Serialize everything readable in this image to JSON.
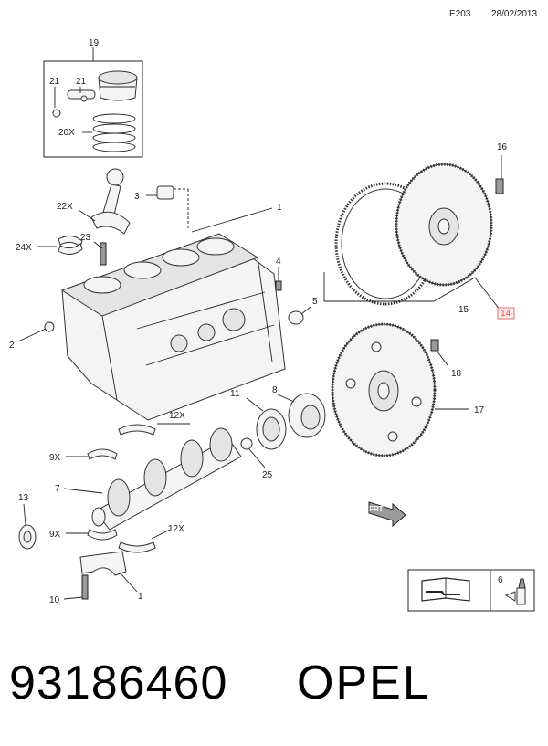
{
  "header": {
    "code": "E203",
    "date": "28/02/2013"
  },
  "footer": {
    "part_number": "93186460",
    "brand": "OPEL"
  },
  "callouts": {
    "c19": "19",
    "c21a": "21",
    "c21b": "21",
    "c20x": "20X",
    "c3": "3",
    "c1a": "1",
    "c22x": "22X",
    "c23": "23",
    "c24x": "24X",
    "c4": "4",
    "c5": "5",
    "c2": "2",
    "c16": "16",
    "c15": "15",
    "c14": "14",
    "c18": "18",
    "c17": "17",
    "c11": "11",
    "c8": "8",
    "c12xa": "12X",
    "c9xa": "9X",
    "c25": "25",
    "c7": "7",
    "c13": "13",
    "c9xb": "9X",
    "c12xb": "12X",
    "c10": "10",
    "c1b": "1",
    "c6": "6"
  },
  "colors": {
    "highlight": "#d9534f",
    "line": "#222222"
  },
  "icons": {
    "manual": "manual-book-icon",
    "sealant": "sealant-tube-icon",
    "front": "front-arrow-icon"
  }
}
